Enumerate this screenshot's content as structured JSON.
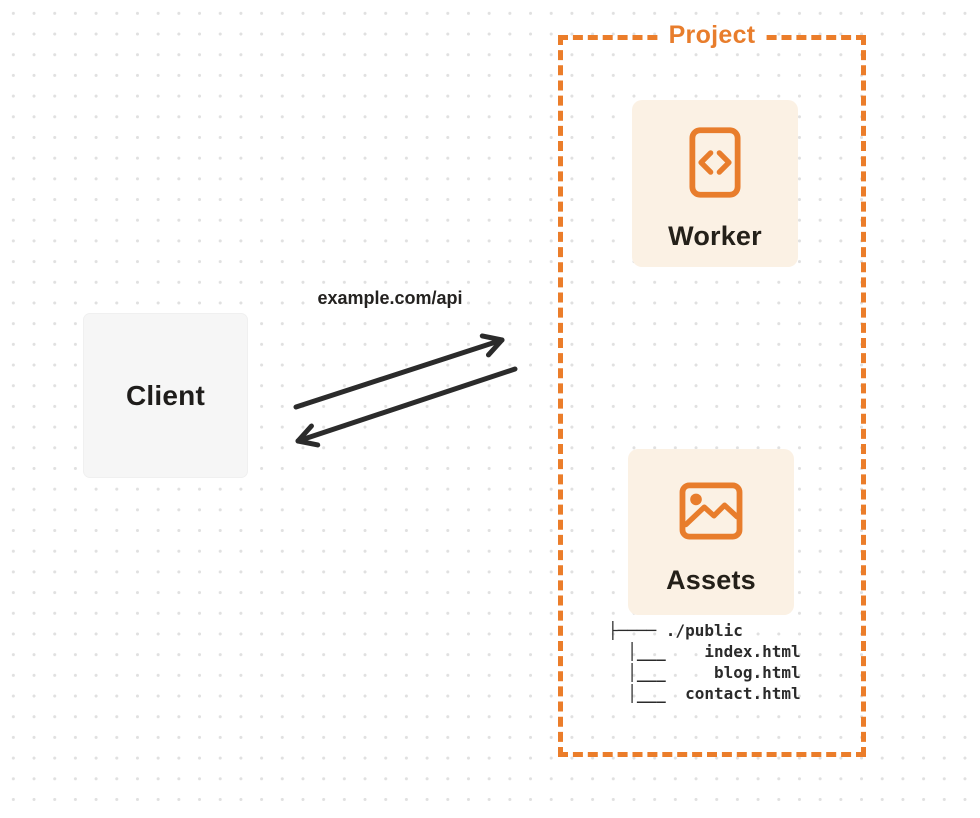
{
  "client": {
    "label": "Client"
  },
  "request": {
    "url_label": "example.com/api"
  },
  "project": {
    "label": "Project",
    "worker": {
      "label": "Worker",
      "icon": "code-file-icon"
    },
    "assets": {
      "label": "Assets",
      "icon": "image-icon"
    },
    "file_tree": {
      "lines": [
        "├──── ./public",
        "  │___    index.html",
        "  │___     blog.html",
        "  │___  contact.html"
      ]
    }
  },
  "colors": {
    "accent_orange": "#eb7d2a",
    "card_background": "#fbf1e4",
    "client_background": "#f6f6f6",
    "arrow_dark": "#2b2b2b",
    "text_dark": "#242019",
    "dot_grid": "#e0e0e0"
  },
  "icons": [
    "code-file-icon",
    "image-icon"
  ]
}
